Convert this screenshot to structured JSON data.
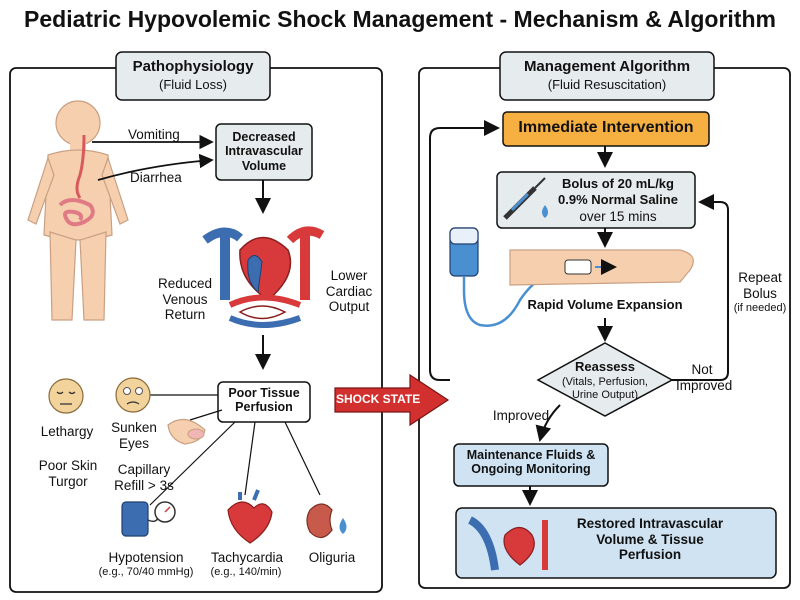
{
  "title": "Pediatric Hypovolemic Shock Management - Mechanism & Algorithm",
  "left_panel": {
    "header": "Pathophysiology",
    "subheader": "(Fluid Loss)",
    "causes": [
      "Vomiting",
      "Diarrhea"
    ],
    "decreased_volume": "Decreased Intravascular Volume",
    "reduced_venous_return": "Reduced Venous Return",
    "lower_cardiac_output": "Lower Cardiac Output",
    "poor_perfusion": "Poor Tissue Perfusion",
    "signs": {
      "lethargy": "Lethargy",
      "sunken_eyes": "Sunken Eyes",
      "poor_skin_turgor": "Poor Skin Turgor",
      "capillary_refill": "Capillary Refill > 3s",
      "hypotension": "Hypotension",
      "hypotension_example": "(e.g., 70/40 mmHg)",
      "tachycardia": "Tachycardia",
      "tachycardia_example": "(e.g., 140/min)",
      "oliguria": "Oliguria"
    }
  },
  "shock_state": "SHOCK STATE",
  "right_panel": {
    "header": "Management Algorithm",
    "subheader": "(Fluid Resuscitation)",
    "immediate": "Immediate Intervention",
    "bolus_line1": "Bolus of 20 mL/kg",
    "bolus_line2": "0.9% Normal Saline",
    "bolus_line3": "over 15 mins",
    "rapid_expansion": "Rapid Volume Expansion",
    "reassess": "Reassess",
    "reassess_detail": "(Vitals, Perfusion, Urine Output)",
    "improved": "Improved",
    "not_improved": "Not Improved",
    "repeat_bolus": "Repeat Bolus",
    "if_needed": "(if needed)",
    "maintenance": "Maintenance Fluids & Ongoing Monitoring",
    "restored": "Restored Intravascular Volume & Tissue Perfusion"
  },
  "colors": {
    "immediate_fill": "#f6b042",
    "blue_box_fill": "#cfe3f3",
    "gray_box_fill": "#e6ebee",
    "shock_arrow": "#d22f2f",
    "vein_blue": "#3c6db0",
    "artery_red": "#d8393a",
    "skin": "#f6cfae"
  }
}
